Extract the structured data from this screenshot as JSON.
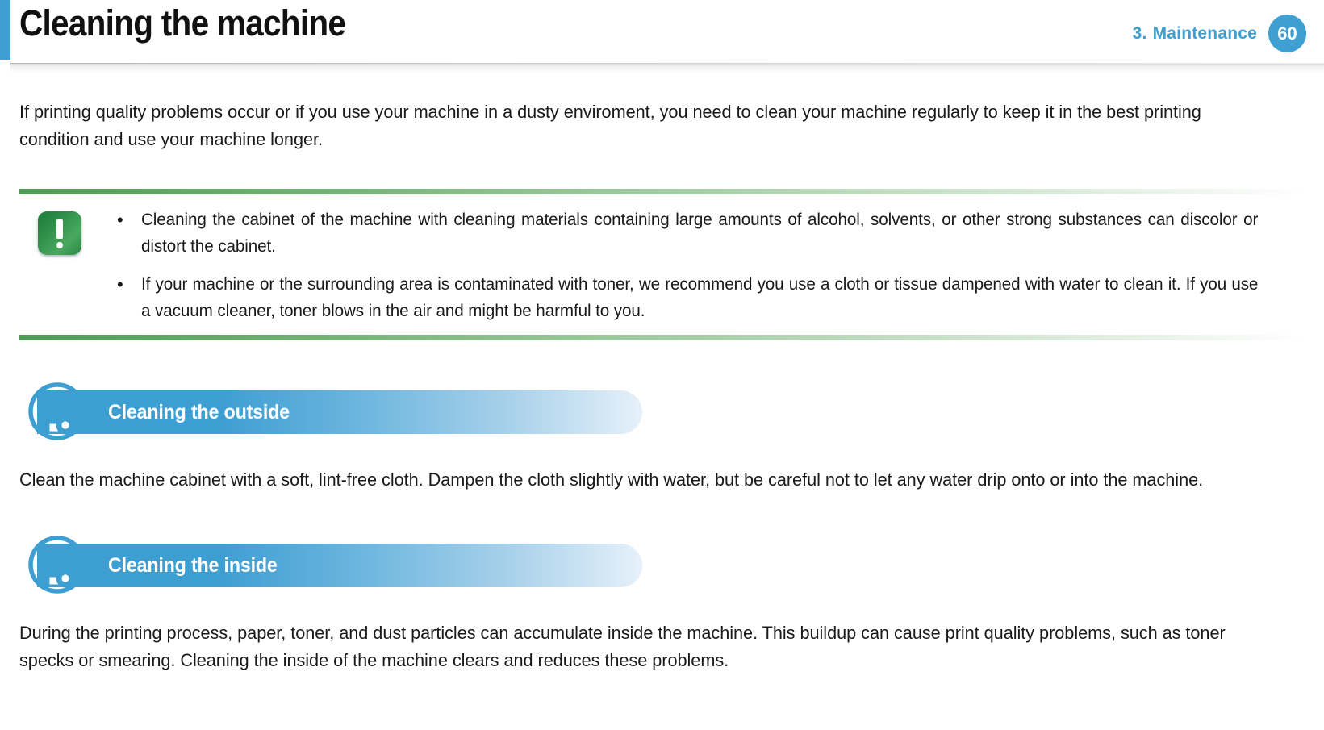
{
  "header": {
    "title": "Cleaning the machine",
    "chapter_number": "3.",
    "chapter_name": "Maintenance",
    "page_number": "60",
    "accent_color": "#3f9fd0"
  },
  "intro": {
    "paragraph": "If printing quality problems occur or if you use your machine in a dusty enviroment, you need to clean your machine regularly to keep it in the best printing condition and use your machine longer."
  },
  "caution": {
    "icon_name": "caution-exclamation-icon",
    "icon_color": "#2f8f49",
    "bullet": "•",
    "items": [
      "Cleaning the cabinet of the machine with cleaning materials containing large amounts of alcohol, solvents, or other strong substances can discolor or distort the cabinet.",
      "If your machine or the surrounding area is contaminated with toner, we recommend you use a cloth or tissue dampened with water to clean it. If you use a vacuum cleaner, toner blows in the air and might be harmful to you."
    ]
  },
  "sections": [
    {
      "id": "cleaning-the-outside",
      "icon_name": "printer-icon",
      "title": "Cleaning the outside",
      "paragraph": "Clean the machine cabinet with a soft, lint-free cloth. Dampen the cloth slightly with water, but be careful not to let any water drip onto or into the machine."
    },
    {
      "id": "cleaning-the-inside",
      "icon_name": "printer-icon",
      "title": "Cleaning the inside",
      "paragraph": "During the printing process, paper, toner, and dust particles can accumulate inside the machine. This buildup can cause print quality problems, such as toner specks or smearing. Cleaning the inside of the machine clears and reduces these problems."
    }
  ]
}
